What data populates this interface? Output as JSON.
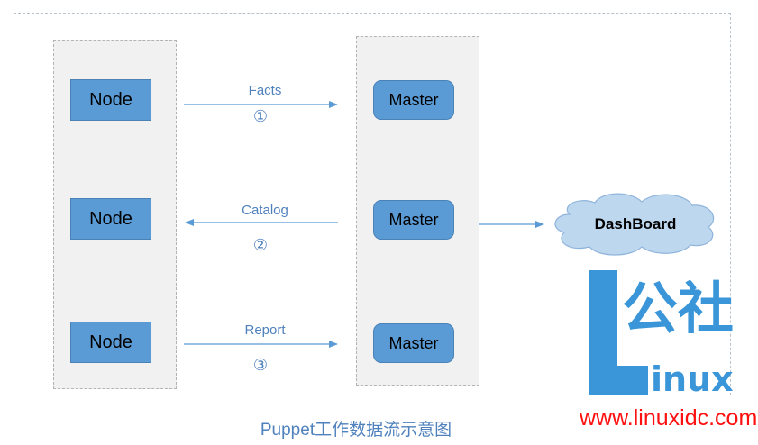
{
  "nodes": [
    {
      "label": "Node"
    },
    {
      "label": "Node"
    },
    {
      "label": "Node"
    }
  ],
  "masters": [
    {
      "label": "Master"
    },
    {
      "label": "Master"
    },
    {
      "label": "Master"
    }
  ],
  "flows": [
    {
      "label": "Facts",
      "step": "①",
      "direction": "node-to-master"
    },
    {
      "label": "Catalog",
      "step": "②",
      "direction": "master-to-node"
    },
    {
      "label": "Report",
      "step": "③",
      "direction": "node-to-master"
    }
  ],
  "dashboard": {
    "label": "DashBoard"
  },
  "caption": "Puppet工作数据流示意图",
  "watermark": {
    "letter": "L",
    "chinese": "公社",
    "suffix": "inux",
    "url": "www.linuxidc.com"
  },
  "colors": {
    "box_fill": "#5b9bd5",
    "arrow": "#5b9bd5",
    "label_text": "#4f81bd",
    "cloud_fill": "#bdd7ee",
    "watermark_blue": "#3a96d8",
    "watermark_red": "#ff1010"
  }
}
